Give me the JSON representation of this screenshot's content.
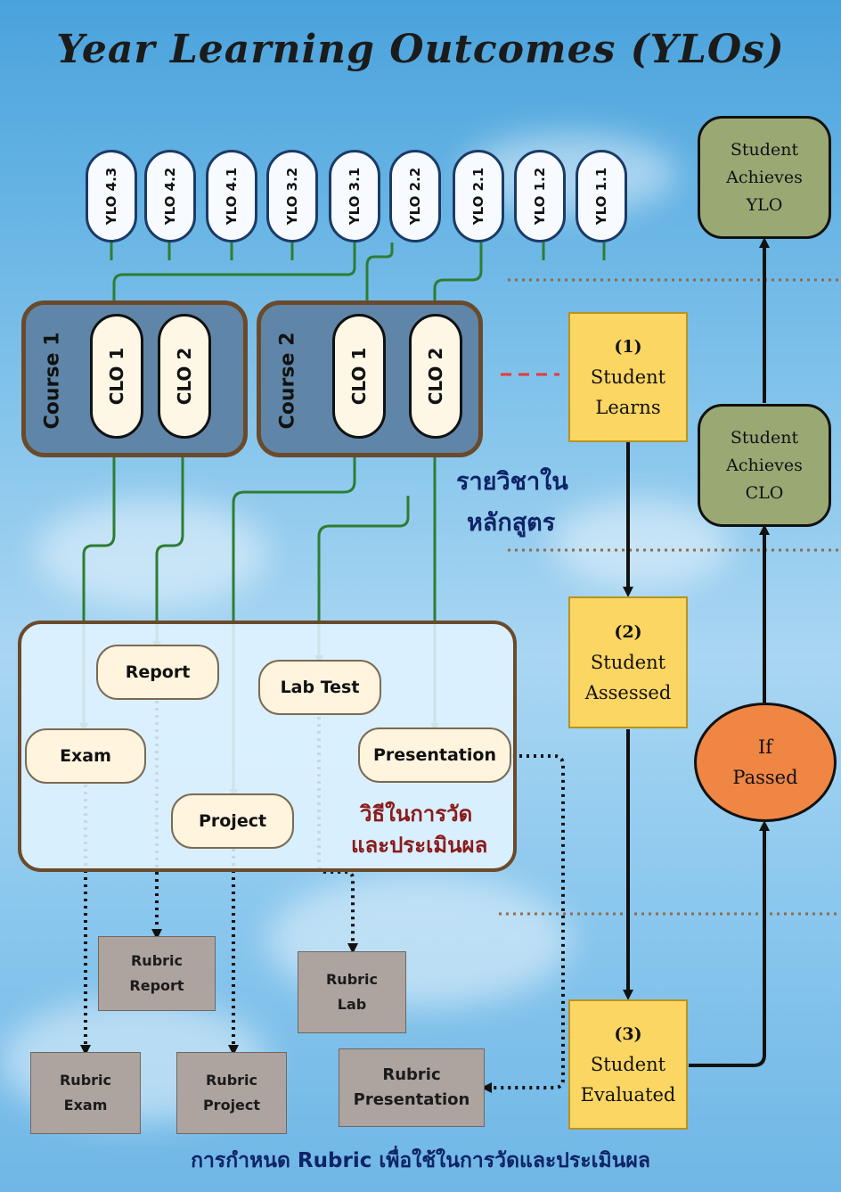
{
  "title": "Year Learning Outcomes (YLOs)",
  "ylos": [
    "YLO 4.3",
    "YLO 4.2",
    "YLO 4.1",
    "YLO 3.2",
    "YLO 3.1",
    "YLO 2.2",
    "YLO 2.1",
    "YLO 1.2",
    "YLO 1.1"
  ],
  "courses": [
    {
      "label": "Course 1",
      "clos": [
        "CLO 1",
        "CLO 2"
      ]
    },
    {
      "label": "Course 2",
      "clos": [
        "CLO 1",
        "CLO 2"
      ]
    }
  ],
  "course_caption": [
    "รายวิชาใน",
    "หลักสูตร"
  ],
  "methods": {
    "report": "Report",
    "lab_test": "Lab Test",
    "exam": "Exam",
    "presentation": "Presentation",
    "project": "Project"
  },
  "methods_caption": [
    "วิธีในการวัด",
    "และประเมินผล"
  ],
  "rubrics": {
    "report": [
      "Rubric",
      "Report"
    ],
    "lab": [
      "Rubric",
      "Lab"
    ],
    "exam": [
      "Rubric",
      "Exam"
    ],
    "project": [
      "Rubric",
      "Project"
    ],
    "presentation": [
      "Rubric",
      "Presentation"
    ]
  },
  "steps": [
    {
      "num": "(1)",
      "lines": [
        "Student",
        "Learns"
      ]
    },
    {
      "num": "(2)",
      "lines": [
        "Student",
        "Assessed"
      ]
    },
    {
      "num": "(3)",
      "lines": [
        "Student",
        "Evaluated"
      ]
    }
  ],
  "achieve_ylo": [
    "Student",
    "Achieves",
    "YLO"
  ],
  "achieve_clo": [
    "Student",
    "Achieves",
    "CLO"
  ],
  "if_passed": [
    "If",
    "Passed"
  ],
  "footer": "การกำหนด Rubric เพื่อใช้ในการวัดและประเมินผล",
  "colors": {
    "wire": "#2e7d32",
    "course_fill": "#5f86a8",
    "step_fill": "#fcd662",
    "achieve_fill": "#9aa974",
    "passed_fill": "#f08644",
    "rubric_fill": "#ada49f",
    "caption_blue": "#0d2466",
    "caption_red": "#8b1a1a"
  }
}
